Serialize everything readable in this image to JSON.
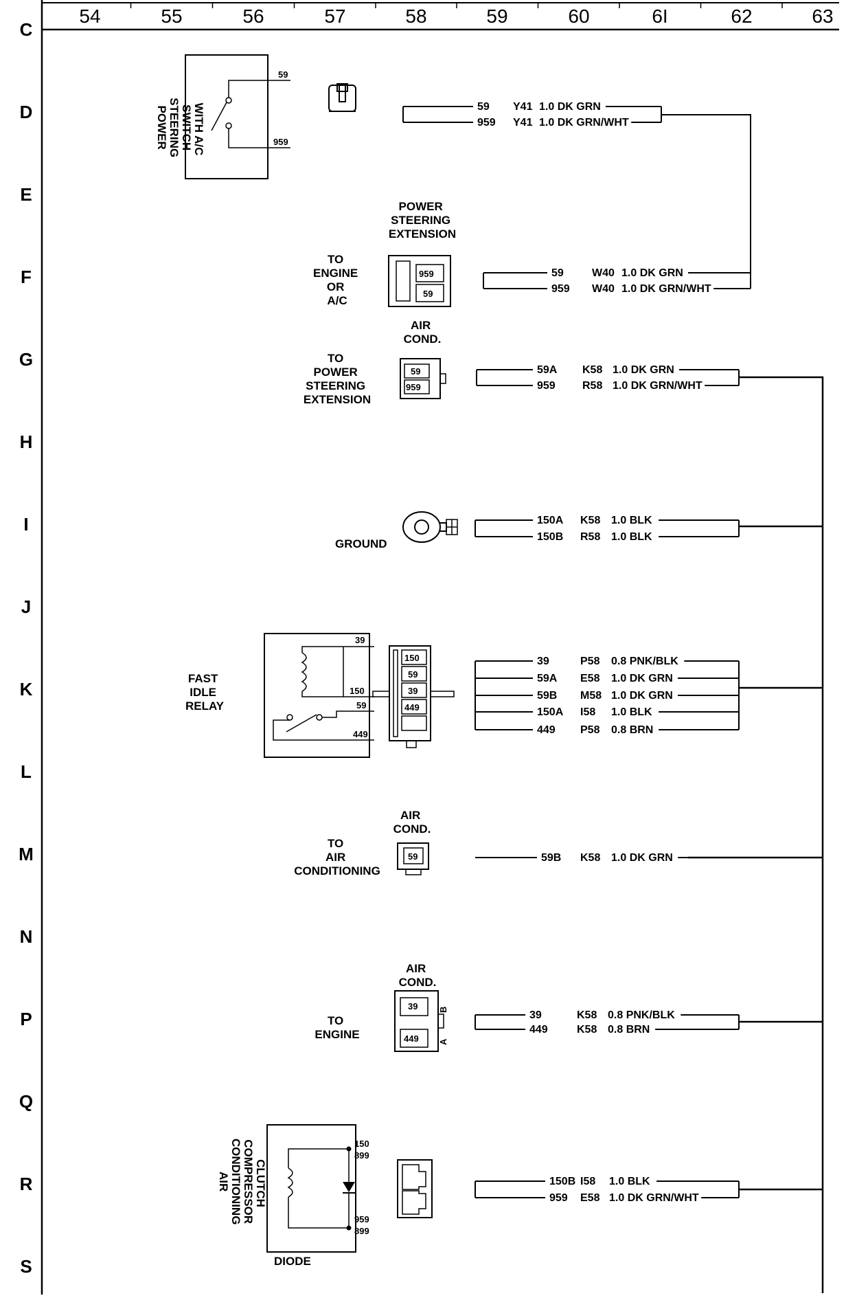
{
  "grid": {
    "columns": [
      "54",
      "55",
      "56",
      "57",
      "58",
      "59",
      "60",
      "6I",
      "62",
      "63"
    ],
    "rows": [
      "C",
      "D",
      "E",
      "F",
      "G",
      "H",
      "I",
      "J",
      "K",
      "L",
      "M",
      "N",
      "P",
      "Q",
      "R",
      "S"
    ]
  },
  "components": {
    "ps_switch": [
      "POWER",
      "STEERING",
      "SWITCH",
      "WITH A/C"
    ],
    "ps_switch_pins": [
      "59",
      "959"
    ],
    "ps_extension_title": [
      "POWER",
      "STEERING",
      "EXTENSION"
    ],
    "to_engine_ac": [
      "TO",
      "ENGINE",
      "OR",
      "A/C"
    ],
    "ps_ext_pins": [
      "959",
      "59"
    ],
    "air_cond_1": [
      "AIR",
      "COND."
    ],
    "to_ps_extension": [
      "TO",
      "POWER",
      "STEERING",
      "EXTENSION"
    ],
    "ac1_pins": [
      "59",
      "959"
    ],
    "ground": "GROUND",
    "fast_idle_relay": [
      "FAST",
      "IDLE",
      "RELAY"
    ],
    "relay_pins": [
      "39",
      "150",
      "59",
      "449"
    ],
    "relay_connector_pins": [
      "150",
      "59",
      "39",
      "449"
    ],
    "air_cond_2": [
      "AIR",
      "COND."
    ],
    "to_air_conditioning": [
      "TO",
      "AIR",
      "CONDITIONING"
    ],
    "ac2_pin": "59",
    "air_cond_3": [
      "AIR",
      "COND."
    ],
    "to_engine": [
      "TO",
      "ENGINE"
    ],
    "ac3_pins": [
      "39",
      "449"
    ],
    "ac3_sides": [
      "B",
      "A"
    ],
    "clutch": [
      "AIR",
      "CONDITIONING",
      "COMPRESSOR",
      "CLUTCH"
    ],
    "clutch_pins_top": [
      "150",
      "899"
    ],
    "clutch_pins_bottom": [
      "959",
      "899"
    ],
    "diode": "DIODE"
  },
  "wire_groups": [
    {
      "id": "d",
      "wires": [
        {
          "circuit": "59",
          "loc": "Y41",
          "spec": "1.0 DK GRN"
        },
        {
          "circuit": "959",
          "loc": "Y41",
          "spec": "1.0 DK GRN/WHT"
        }
      ]
    },
    {
      "id": "f",
      "wires": [
        {
          "circuit": "59",
          "loc": "W40",
          "spec": "1.0 DK GRN"
        },
        {
          "circuit": "959",
          "loc": "W40",
          "spec": "1.0 DK GRN/WHT"
        }
      ]
    },
    {
      "id": "g",
      "wires": [
        {
          "circuit": "59A",
          "loc": "K58",
          "spec": "1.0 DK GRN"
        },
        {
          "circuit": "959",
          "loc": "R58",
          "spec": "1.0 DK GRN/WHT"
        }
      ]
    },
    {
      "id": "i",
      "wires": [
        {
          "circuit": "150A",
          "loc": "K58",
          "spec": "1.0 BLK"
        },
        {
          "circuit": "150B",
          "loc": "R58",
          "spec": "1.0 BLK"
        }
      ]
    },
    {
      "id": "k",
      "wires": [
        {
          "circuit": "39",
          "loc": "P58",
          "spec": "0.8 PNK/BLK"
        },
        {
          "circuit": "59A",
          "loc": "E58",
          "spec": "1.0 DK GRN"
        },
        {
          "circuit": "59B",
          "loc": "M58",
          "spec": "1.0 DK GRN"
        },
        {
          "circuit": "150A",
          "loc": "I58",
          "spec": "1.0 BLK"
        },
        {
          "circuit": "449",
          "loc": "P58",
          "spec": "0.8 BRN"
        }
      ]
    },
    {
      "id": "m",
      "wires": [
        {
          "circuit": "59B",
          "loc": "K58",
          "spec": "1.0 DK GRN"
        }
      ]
    },
    {
      "id": "p",
      "wires": [
        {
          "circuit": "39",
          "loc": "K58",
          "spec": "0.8 PNK/BLK"
        },
        {
          "circuit": "449",
          "loc": "K58",
          "spec": "0.8 BRN"
        }
      ]
    },
    {
      "id": "r",
      "wires": [
        {
          "circuit": "150B",
          "loc": "I58",
          "spec": "1.0 BLK"
        },
        {
          "circuit": "959",
          "loc": "E58",
          "spec": "1.0 DK GRN/WHT"
        }
      ]
    }
  ]
}
